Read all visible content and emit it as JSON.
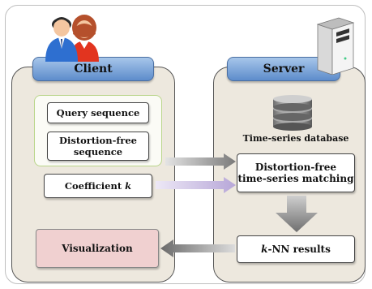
{
  "client": {
    "title": "Client",
    "query_sequence": "Query sequence",
    "distortion_free_line1": "Distortion-free",
    "distortion_free_line2": "sequence",
    "coefficient_text": "Coefficient",
    "coefficient_var": "k",
    "visualization": "Visualization"
  },
  "server": {
    "title": "Server",
    "database_label": "Time-series database",
    "matching_line1": "Distortion-free",
    "matching_line2": "time-series matching",
    "knn_var": "k",
    "knn_text": "-NN results"
  },
  "icons": [
    "users-icon",
    "server-icon",
    "database-icon"
  ],
  "colors": {
    "tab_blue": "#5d8ccb",
    "panel_beige": "#ede8de",
    "group_green": "#b9d58a",
    "visualization_pink": "#f0d0d0",
    "arrow_gray": "#777777",
    "arrow_purple": "#c9bde0"
  }
}
